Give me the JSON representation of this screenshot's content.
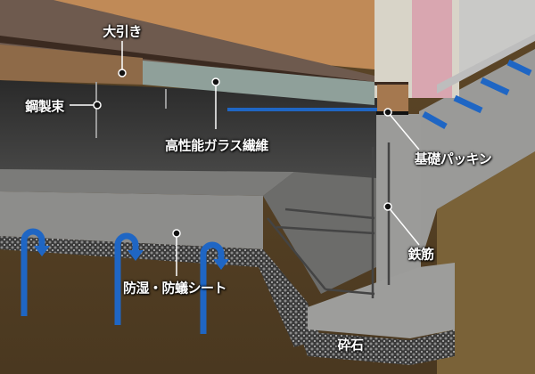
{
  "labels": {
    "beam": "大引き",
    "steel_post": "鋼製束",
    "glass_fiber": "高性能ガラス繊維",
    "foundation_packing": "基礎パッキン",
    "rebar": "鉄筋",
    "moisture_sheet": "防湿・防蟻シート",
    "crushed_stone": "砕石"
  },
  "colors": {
    "arrow": "#1f66c4",
    "concrete": "#8a8a88",
    "soil": "#6b5330",
    "wood": "#a5784f"
  }
}
